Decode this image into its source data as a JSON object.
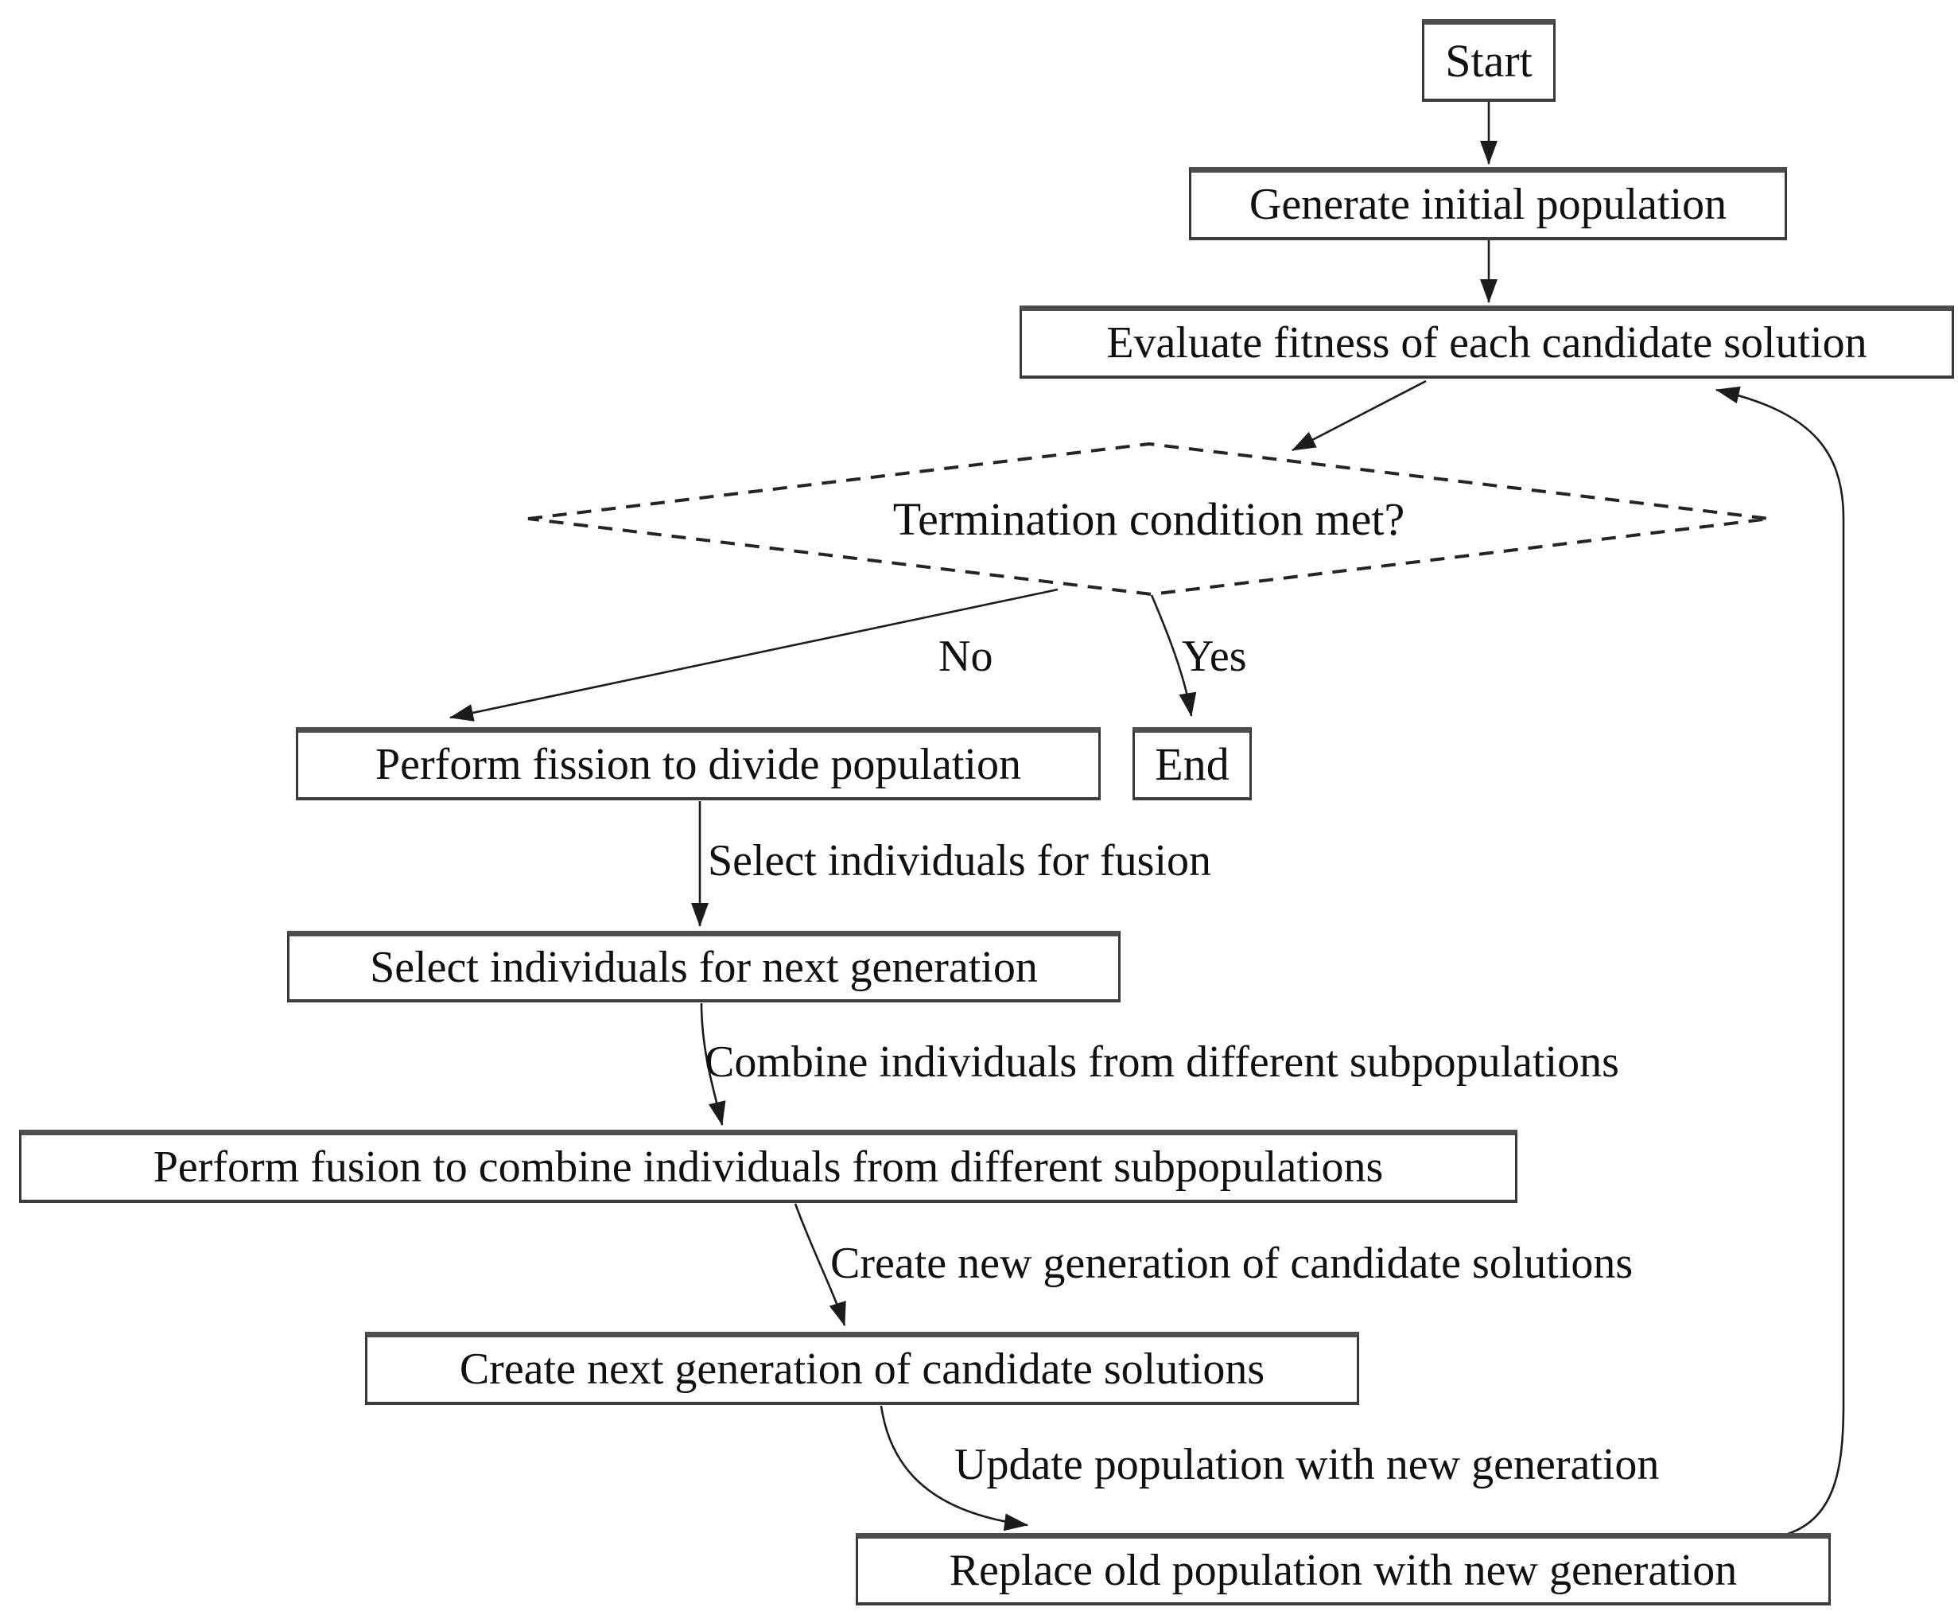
{
  "diagram": {
    "nodes": {
      "start": {
        "label": "Start"
      },
      "generate": {
        "label": "Generate initial population"
      },
      "evaluate": {
        "label": "Evaluate fitness of each candidate solution"
      },
      "termination": {
        "label": "Termination condition met?"
      },
      "fission": {
        "label": "Perform fission to divide population"
      },
      "end": {
        "label": "End"
      },
      "select_next": {
        "label": "Select individuals for next generation"
      },
      "fusion": {
        "label": "Perform fusion to combine individuals from different subpopulations"
      },
      "create_next": {
        "label": "Create next generation of candidate solutions"
      },
      "replace": {
        "label": "Replace old population with new generation"
      }
    },
    "edge_labels": {
      "no": "No",
      "yes": "Yes",
      "select_fusion": "Select individuals for fusion",
      "combine": "Combine individuals from different subpopulations",
      "create_new": "Create new generation of candidate solutions",
      "update": "Update population with new generation"
    },
    "colors": {
      "background": "#ffffff",
      "line": "#1c1c1c",
      "box_border": "#383838",
      "text": "#101010"
    }
  }
}
